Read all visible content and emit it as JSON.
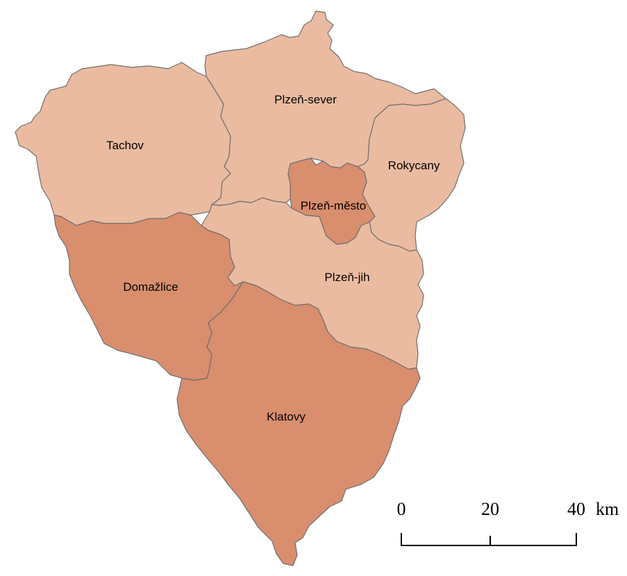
{
  "colors": {
    "light": "#eabba0",
    "dark": "#d98e6e",
    "border": "#6e6e6e",
    "background": "#ffffff"
  },
  "districts": {
    "tachov": {
      "label": "Tachov",
      "shade": "light"
    },
    "plzen_sever": {
      "label": "Plzeň-sever",
      "shade": "light"
    },
    "rokycany": {
      "label": "Rokycany",
      "shade": "light"
    },
    "plzen_mesto": {
      "label": "Plzeň-město",
      "shade": "dark"
    },
    "plzen_jih": {
      "label": "Plzeň-jih",
      "shade": "light"
    },
    "domazlice": {
      "label": "Domažlice",
      "shade": "dark"
    },
    "klatovy": {
      "label": "Klatovy",
      "shade": "dark"
    }
  },
  "scale_bar": {
    "ticks": [
      "0",
      "20",
      "40"
    ],
    "unit": "km"
  }
}
